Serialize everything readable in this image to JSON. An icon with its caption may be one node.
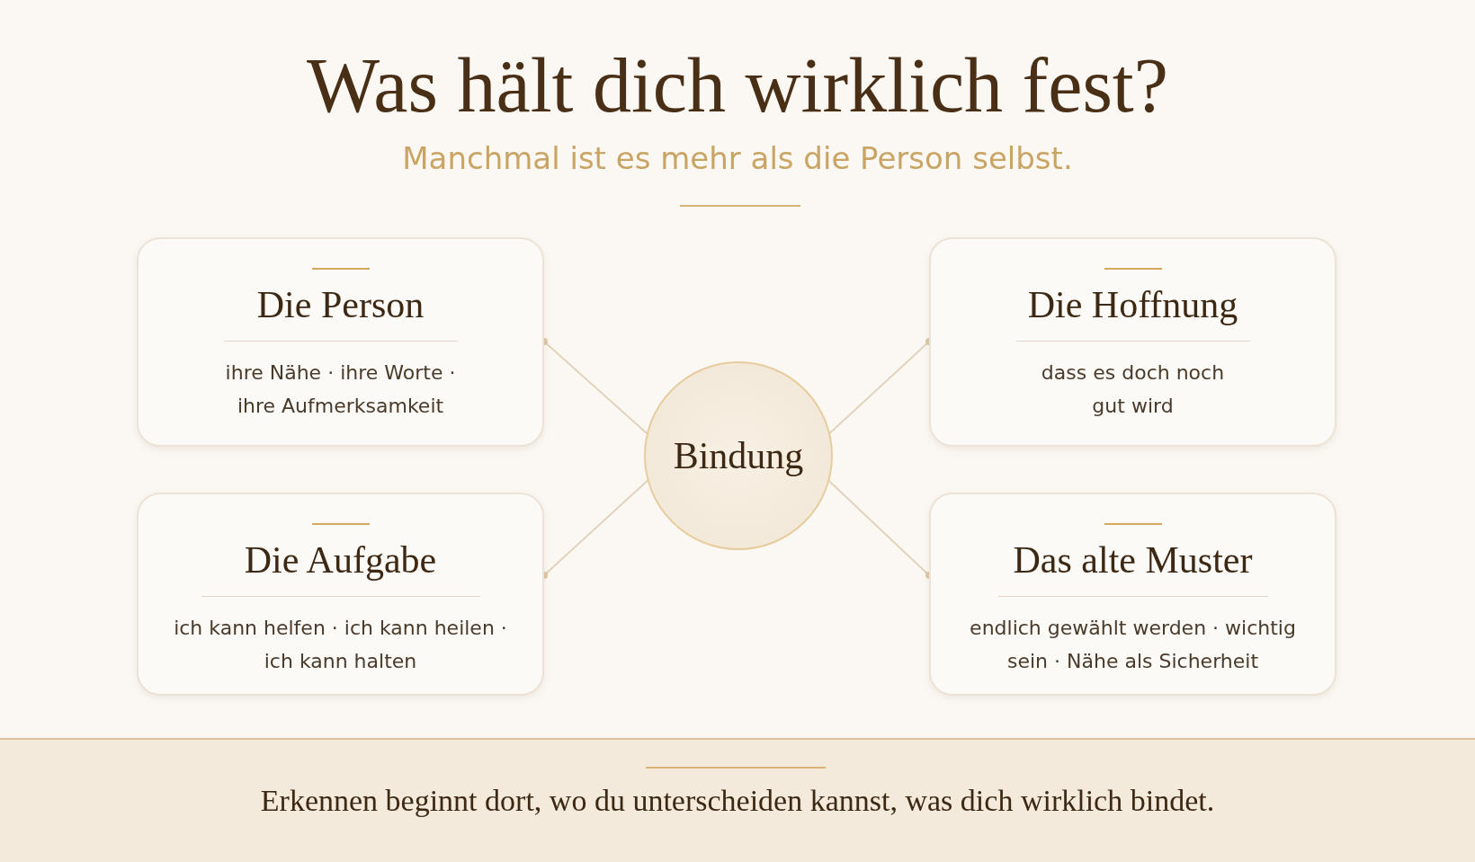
{
  "diagram": {
    "title": "Was hält dich wirklich fest?",
    "caption": "Erkennen beginnt dort, wo du unterscheiden kannst, was dich wirklich bindet.",
    "nodes": [
      {
        "text": [
          "Die Person",
          "ihre Nähe · ihre Worte · ihre Aufmerksamkeit"
        ]
      },
      {
        "text": [
          "Die Hoffnung",
          "dass es doch noch gut wird"
        ]
      },
      {
        "text": [
          "Bindung"
        ]
      },
      {
        "text": [
          "Die Aufgabe",
          "ich kann helfen · ich kann heilen · ich kann halten"
        ]
      },
      {
        "text": [
          "Das alte Muster",
          "endlich gewählt werden · wichtig sein · Nähe als Sicherheit"
        ]
      }
    ],
    "edges": [
      {
        "from": 2,
        "to": 0,
        "arrow": "other"
      },
      {
        "from": 2,
        "to": 1,
        "arrow": "other"
      },
      {
        "from": 2,
        "to": 3,
        "arrow": "other"
      },
      {
        "from": 2,
        "to": 4,
        "arrow": "other"
      }
    ],
    "labels": [
      "Manchmal ist es mehr als die Person selbst."
    ]
  }
}
